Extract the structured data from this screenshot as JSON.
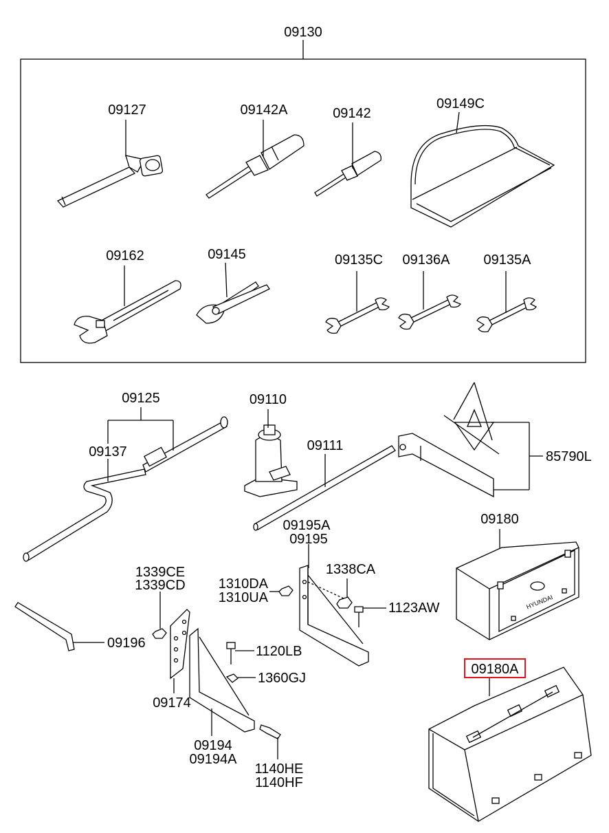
{
  "diagram": {
    "group_label": "09130",
    "labels": {
      "p09127": "09127",
      "p09142A": "09142A",
      "p09142": "09142",
      "p09149C": "09149C",
      "p09162": "09162",
      "p09145": "09145",
      "p09135C": "09135C",
      "p09136A": "09136A",
      "p09135A": "09135A",
      "p09125": "09125",
      "p09137": "09137",
      "p09110": "09110",
      "p09111": "09111",
      "p85790L": "85790L",
      "p09195A": "09195A",
      "p09195": "09195",
      "p09180": "09180",
      "p1338CA": "1338CA",
      "p1339CE": "1339CE",
      "p1339CD": "1339CD",
      "p1310DA": "1310DA",
      "p1310UA": "1310UA",
      "p1123AW": "1123AW",
      "p09196": "09196",
      "p1120LB": "1120LB",
      "p1360GJ": "1360GJ",
      "p09174": "09174",
      "p09194": "09194",
      "p09194A": "09194A",
      "p1140HE": "1140HE",
      "p1140HF": "1140HF",
      "p09180A": "09180A"
    },
    "highlighted_part": "09180A",
    "highlight_color": "#e0141b",
    "line_color": "#000000"
  }
}
